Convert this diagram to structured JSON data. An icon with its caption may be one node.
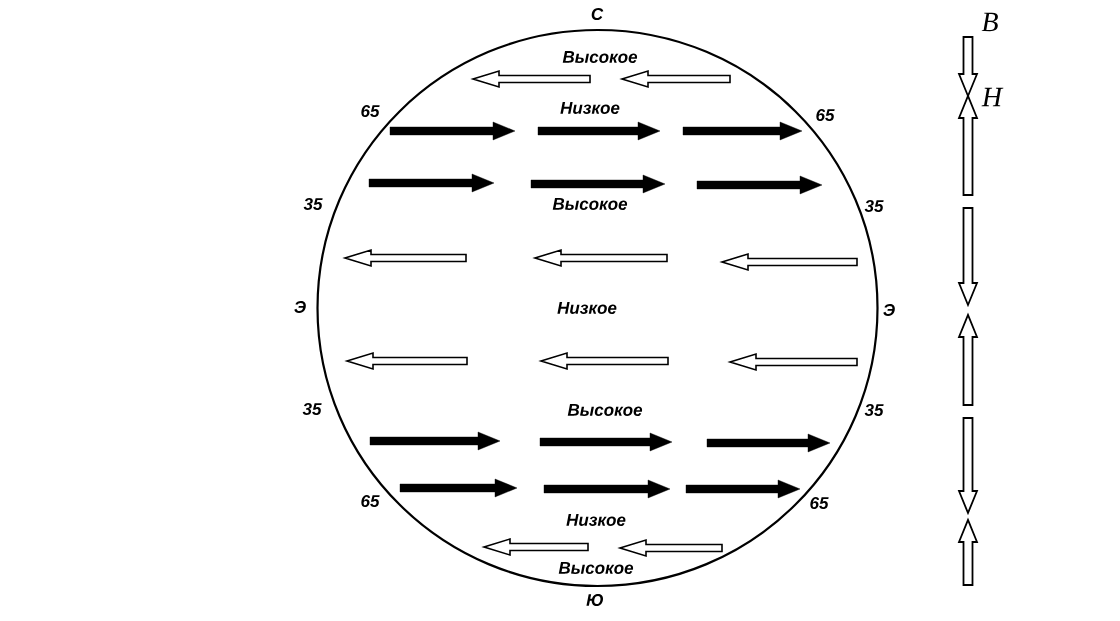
{
  "diagram": {
    "labels": [
      "С",
      "Высокое",
      "65",
      "Низкое",
      "65",
      "35",
      "Высокое",
      "35",
      "Э",
      "Низкое",
      "Э",
      "35",
      "Высокое",
      "35",
      "65",
      "65",
      "Низкое",
      "Высокое",
      "Ю",
      "В",
      "Н"
    ]
  }
}
